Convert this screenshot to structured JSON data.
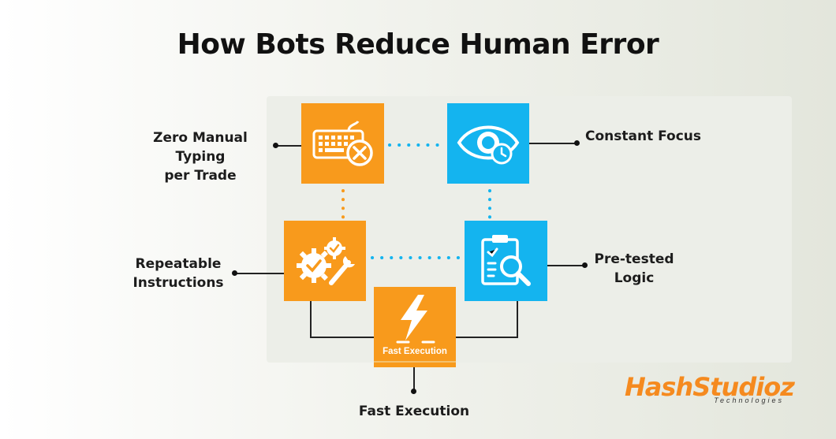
{
  "title": "How Bots Reduce Human Error",
  "items": [
    {
      "id": "manual-typing",
      "line1": "Zero Manual Typing",
      "line2": "per Trade",
      "icon": "keyboard-x-icon",
      "color": "#f89a1c"
    },
    {
      "id": "constant-focus",
      "line1": "Constant Focus",
      "line2": "",
      "icon": "eye-clock-icon",
      "color": "#14b4ef"
    },
    {
      "id": "repeatable",
      "line1": "Repeatable",
      "line2": "Instructions",
      "icon": "gears-wrench-icon",
      "color": "#f89a1c"
    },
    {
      "id": "pretested",
      "line1": "Pre-tested",
      "line2": "Logic",
      "icon": "clipboard-search-icon",
      "color": "#14b4ef"
    },
    {
      "id": "fast-execution",
      "line1": "Fast Execution",
      "line2": "",
      "icon": "lightning-icon",
      "color": "#f89a1c",
      "caption": "Fast Execution"
    }
  ],
  "logo": {
    "name_prefix": "Hash",
    "name_suffix": "Studioz",
    "tagline": "Technologies",
    "color": "#f58a1f"
  }
}
